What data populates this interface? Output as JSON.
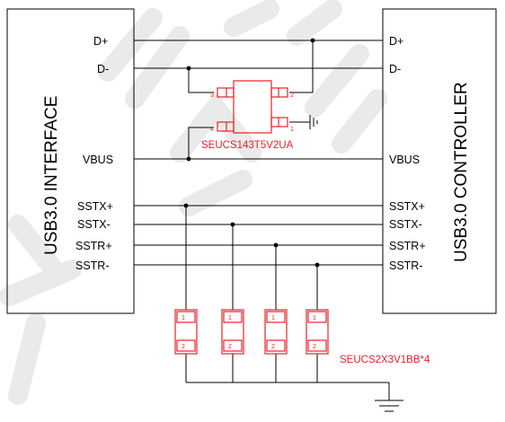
{
  "interface_box": {
    "title": "USB3.0 INTERFACE",
    "pins": [
      "D+",
      "D-",
      "VBUS",
      "SSTX+",
      "SSTX-",
      "SSTR+",
      "SSTR-"
    ]
  },
  "controller_box": {
    "title": "USB3.0 CONTROLLER",
    "pins": [
      "D+",
      "D-",
      "VBUS",
      "SSTX+",
      "SSTX-",
      "SSTR+",
      "SSTR-"
    ]
  },
  "esd_array": {
    "part": "SEUCS143T5V2UA",
    "pin_numbers": [
      "3",
      "2",
      "4",
      "1"
    ]
  },
  "tvs_diodes": {
    "part": "SEUCS2X3V1BB*4",
    "pin_numbers": [
      "1",
      "2"
    ]
  },
  "colors": {
    "wire": "#000000",
    "component": "#e8202a",
    "watermark": "#d0d0d0"
  }
}
